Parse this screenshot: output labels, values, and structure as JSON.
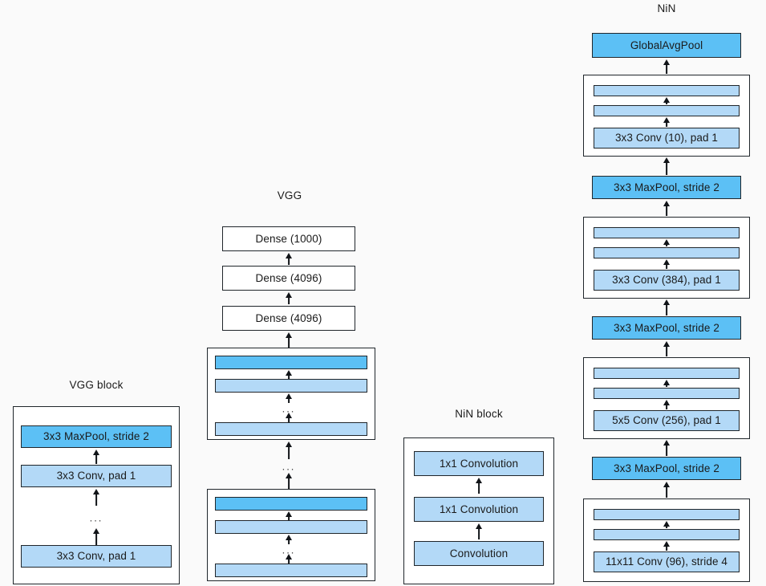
{
  "figure": {
    "background_color": "#fafafa",
    "palette": {
      "dark_blue": "#5cc0f5",
      "light_blue": "#b3d9f7",
      "white": "#ffffff",
      "stroke": "#20262b"
    },
    "ellipsis": "..."
  },
  "vgg_block": {
    "title": "VGG block",
    "layers": [
      {
        "label": "3x3 MaxPool, stride 2",
        "fill": "dark"
      },
      {
        "label": "3x3 Conv, pad 1",
        "fill": "light"
      },
      {
        "label": "3x3 Conv, pad 1",
        "fill": "light"
      }
    ]
  },
  "vgg": {
    "title": "VGG",
    "dense_layers": [
      {
        "label": "Dense (1000)"
      },
      {
        "label": "Dense (4096)"
      },
      {
        "label": "Dense (4096)"
      }
    ],
    "blocks": [
      {
        "name": "vgg-block-upper",
        "bars": [
          "maxpool",
          "conv",
          "conv"
        ]
      },
      {
        "name": "vgg-block-lower",
        "bars": [
          "maxpool",
          "conv",
          "conv"
        ]
      }
    ]
  },
  "nin_block": {
    "title": "NiN block",
    "layers": [
      {
        "label": "1x1 Convolution",
        "fill": "light"
      },
      {
        "label": "1x1 Convolution",
        "fill": "light"
      },
      {
        "label": "Convolution",
        "fill": "light"
      }
    ]
  },
  "nin": {
    "title": "NiN",
    "stages": [
      {
        "type": "pool",
        "label": "GlobalAvgPool",
        "fill": "dark"
      },
      {
        "type": "block",
        "label": "3x3 Conv (10), pad 1"
      },
      {
        "type": "pool",
        "label": "3x3 MaxPool, stride 2",
        "fill": "dark"
      },
      {
        "type": "block",
        "label": "3x3 Conv (384), pad 1"
      },
      {
        "type": "pool",
        "label": "3x3 MaxPool, stride 2",
        "fill": "dark"
      },
      {
        "type": "block",
        "label": "5x5 Conv (256), pad 1"
      },
      {
        "type": "pool",
        "label": "3x3 MaxPool, stride 2",
        "fill": "dark"
      },
      {
        "type": "block",
        "label": "11x11 Conv (96), stride 4"
      }
    ]
  }
}
